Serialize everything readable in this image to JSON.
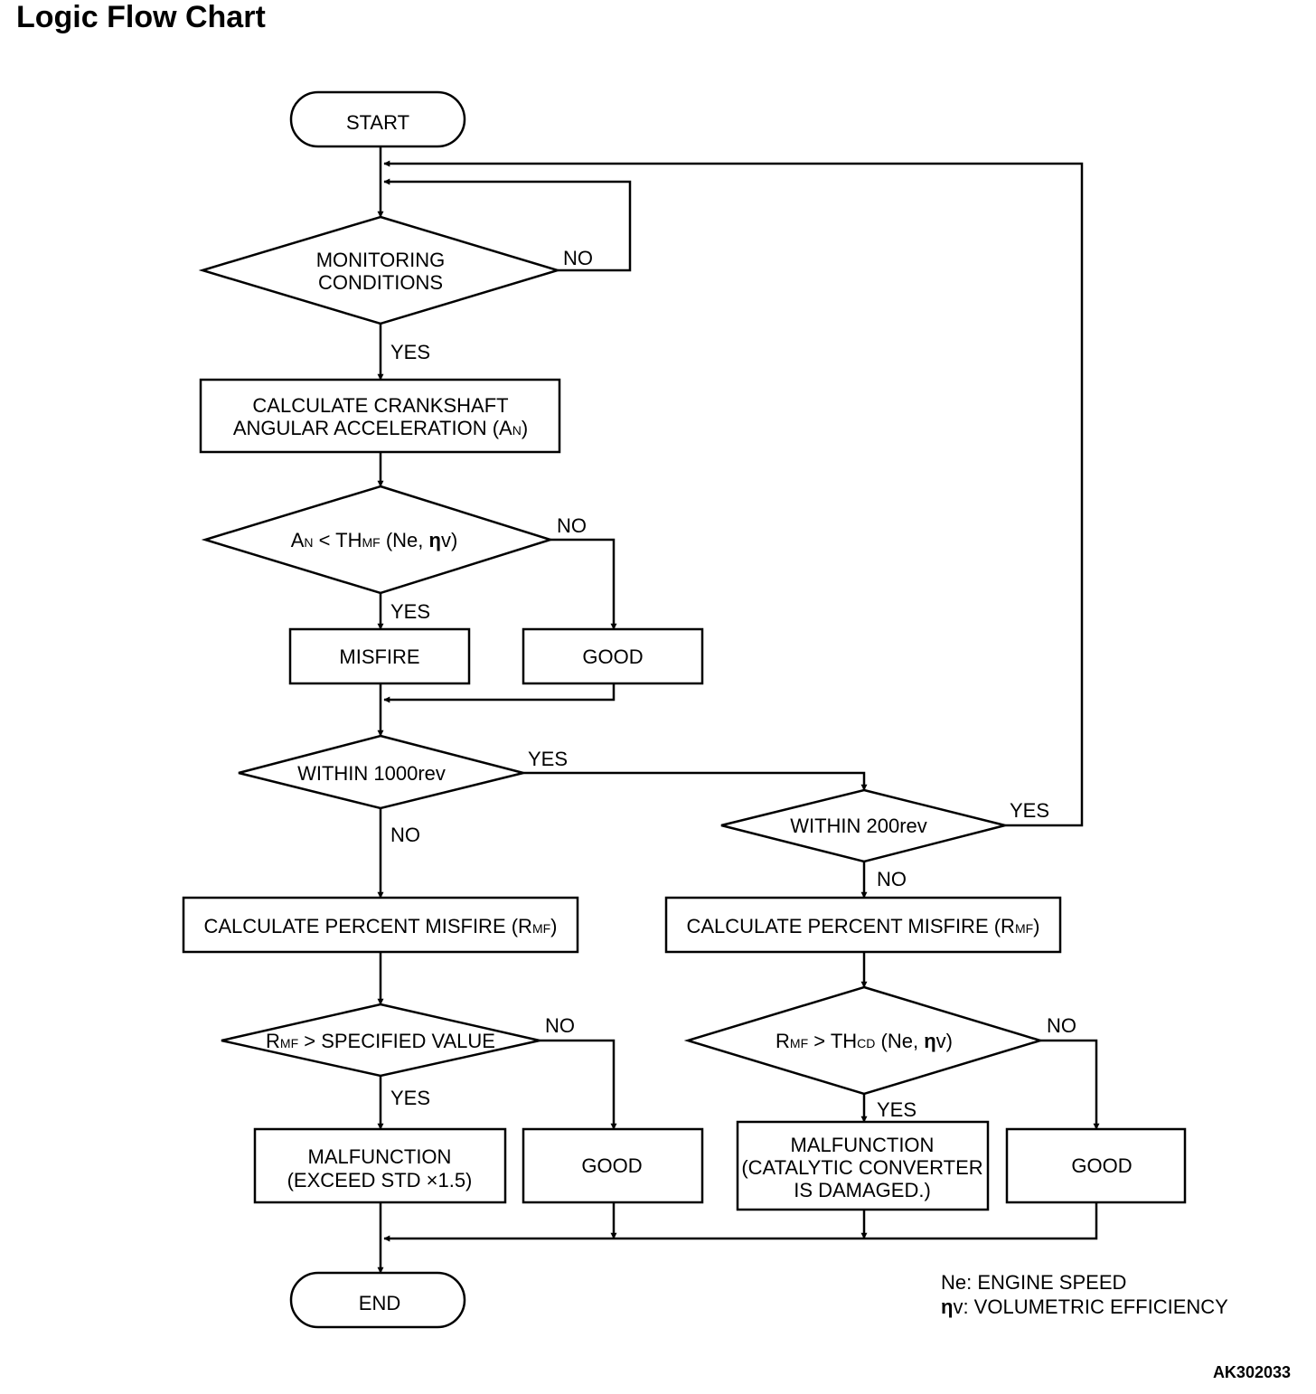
{
  "title": "Logic Flow Chart",
  "diagram_code": "AK302033",
  "nodes": {
    "start": "START",
    "end": "END",
    "monitoring": [
      "MONITORING",
      "CONDITIONS"
    ],
    "calc_accel": [
      "CALCULATE CRANKSHAFT",
      "ANGULAR ACCELERATION (A",
      "N",
      ")"
    ],
    "cond_an": [
      "A",
      "N",
      " < TH",
      "MF",
      " (Ne, ",
      "η",
      "v)"
    ],
    "misfire": "MISFIRE",
    "good_1": "GOOD",
    "within_1000": "WITHIN 1000rev",
    "within_200": "WITHIN 200rev",
    "calc_percent_left": [
      "CALCULATE PERCENT MISFIRE (R",
      "MF",
      ")"
    ],
    "calc_percent_right": [
      "CALCULATE PERCENT MISFIRE (R",
      "MF",
      ")"
    ],
    "cond_specified": [
      "R",
      "MF",
      " > SPECIFIED VALUE"
    ],
    "cond_thcd": [
      "R",
      "MF",
      " > TH",
      "CD",
      " (Ne, ",
      "η",
      "v)"
    ],
    "malfunction_std": [
      "MALFUNCTION",
      "(EXCEED STD  ×1.5)"
    ],
    "good_2": "GOOD",
    "malfunction_cat": [
      "MALFUNCTION",
      "(CATALYTIC CONVERTER",
      "IS DAMAGED.)"
    ],
    "good_3": "GOOD"
  },
  "edge_labels": {
    "yes": "YES",
    "no": "NO"
  },
  "legend": {
    "ne": "Ne: ENGINE SPEED",
    "eta_symbol": "η",
    "eta_text": "v: VOLUMETRIC EFFICIENCY"
  }
}
